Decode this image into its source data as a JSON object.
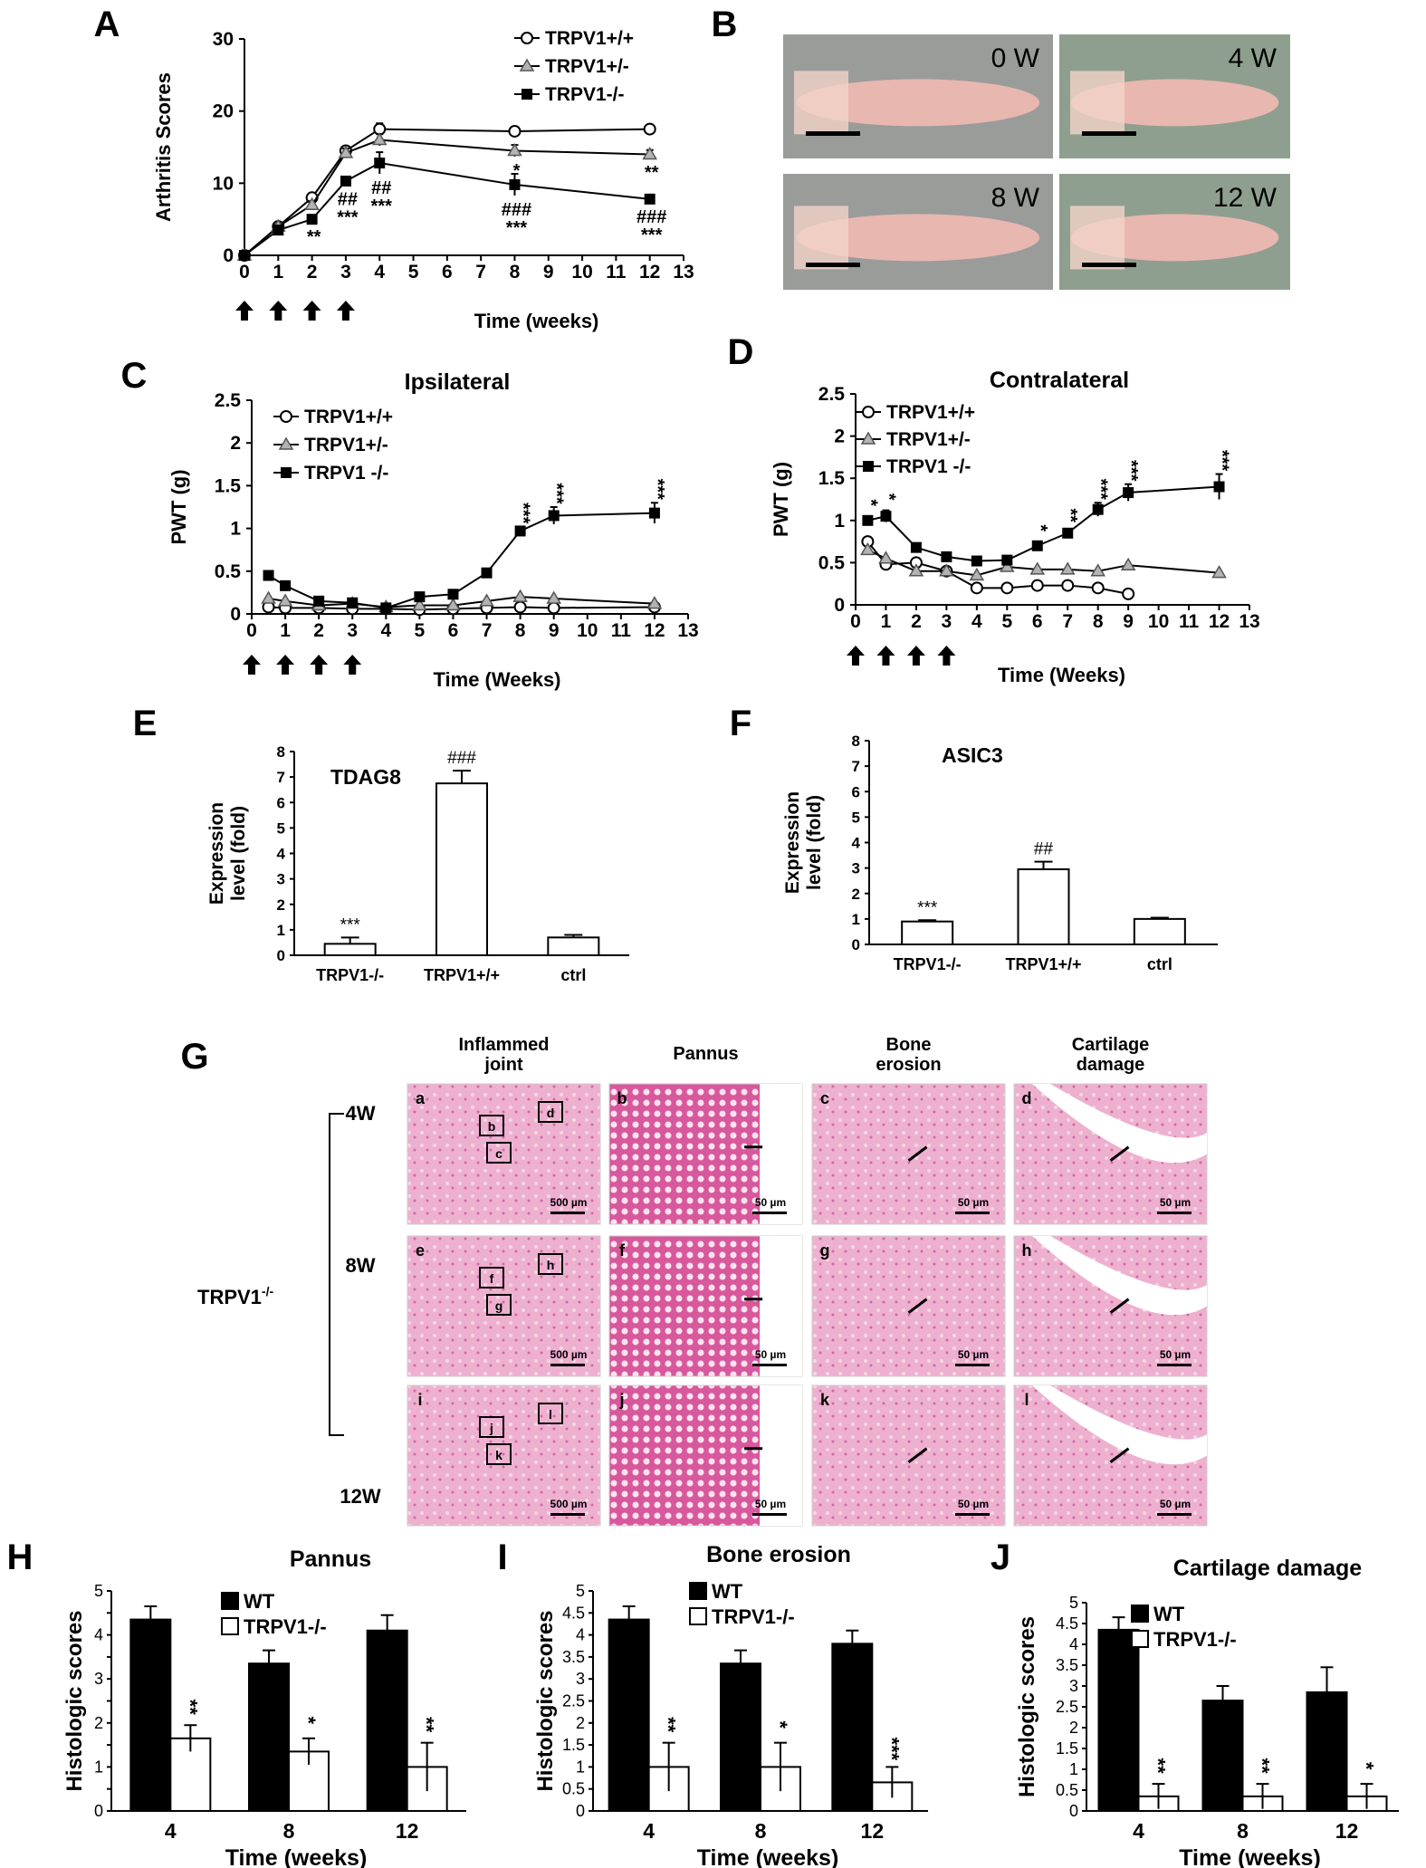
{
  "panels": {
    "A": "A",
    "B": "B",
    "C": "C",
    "D": "D",
    "E": "E",
    "F": "F",
    "G": "G",
    "H": "H",
    "I": "I",
    "J": "J"
  },
  "colors": {
    "line": "#000000",
    "triangle_fill": "#b3b3b3",
    "histo_pink": "#e9a7c9",
    "histo_dark": "#c4458f",
    "photo_bg": "#9aa59c"
  },
  "photos": {
    "labels": [
      "0 W",
      "4 W",
      "8 W",
      "12 W"
    ]
  },
  "histology": {
    "column_headers": [
      "Inflammed\njoint",
      "Pannus",
      "Bone\nerosion",
      "Cartilage\ndamage"
    ],
    "row_labels": [
      "4W",
      "8W",
      "12W"
    ],
    "group_label": "TRPV1-/-",
    "group_label_base": "TRPV1",
    "group_label_sup": "-/-",
    "panel_letters": [
      [
        "a",
        "b",
        "c",
        "d"
      ],
      [
        "e",
        "f",
        "g",
        "h"
      ],
      [
        "i",
        "j",
        "k",
        "l"
      ]
    ],
    "inset_boxes": [
      [
        "b",
        "d",
        "c"
      ],
      [
        "f",
        "h",
        "g"
      ],
      [
        "j",
        "l",
        "k"
      ]
    ],
    "scale_bars": [
      "500 µm",
      "50 µm",
      "50 µm",
      "50 µm"
    ]
  },
  "chart_data": [
    {
      "panel": "A",
      "type": "line",
      "title": "",
      "xlabel": "Time (weeks)",
      "ylabel": "Arthritis Scores",
      "xlim": [
        0,
        13
      ],
      "ylim": [
        0,
        30
      ],
      "x_ticks": [
        0,
        1,
        2,
        3,
        4,
        5,
        6,
        7,
        8,
        9,
        10,
        11,
        12,
        13
      ],
      "y_ticks": [
        0,
        10,
        20,
        30
      ],
      "injection_weeks": [
        0,
        1,
        2,
        3
      ],
      "legend": "top-right",
      "series": [
        {
          "name": "TRPV1+/+",
          "marker": "circle",
          "x": [
            0,
            1,
            2,
            3,
            4,
            8,
            12
          ],
          "y": [
            0,
            4,
            8,
            14.5,
            17.5,
            17.2,
            17.5
          ],
          "err": [
            0,
            0.3,
            0.5,
            0.6,
            0.8,
            0.5,
            0.5
          ]
        },
        {
          "name": "TRPV1+/-",
          "marker": "triangle",
          "x": [
            0,
            1,
            2,
            3,
            4,
            8,
            12
          ],
          "y": [
            0,
            4,
            7,
            14.2,
            16,
            14.5,
            14
          ],
          "err": [
            0,
            0.3,
            0.5,
            0.6,
            0.8,
            0.8,
            0.6
          ]
        },
        {
          "name": "TRPV1-/-",
          "marker": "square",
          "x": [
            0,
            1,
            2,
            3,
            4,
            8,
            12
          ],
          "y": [
            0,
            3.5,
            5,
            10.3,
            12.8,
            9.8,
            7.8
          ],
          "err": [
            0,
            0.3,
            0.5,
            0.6,
            1.5,
            1.5,
            0.5
          ]
        }
      ],
      "annotations": [
        {
          "x": 2,
          "lines": [
            "**"
          ]
        },
        {
          "x": 3,
          "lines": [
            "##",
            "***"
          ]
        },
        {
          "x": 4,
          "lines": [
            "##",
            "***"
          ]
        },
        {
          "x": 8,
          "lines": [
            "###",
            "***"
          ]
        },
        {
          "x": 12,
          "lines": [
            "###",
            "***"
          ]
        },
        {
          "x": 8,
          "lines": [
            "*"
          ],
          "series": 1
        },
        {
          "x": 12,
          "lines": [
            "**"
          ],
          "series": 1
        }
      ]
    },
    {
      "panel": "C",
      "type": "line",
      "title": "Ipsilateral",
      "xlabel": "Time (Weeks)",
      "ylabel": "PWT (g)",
      "xlim": [
        0,
        13
      ],
      "ylim": [
        0,
        2.5
      ],
      "x_ticks": [
        0,
        1,
        2,
        3,
        4,
        5,
        6,
        7,
        8,
        9,
        10,
        11,
        12,
        13
      ],
      "y_ticks": [
        0,
        0.5,
        1,
        1.5,
        2,
        2.5
      ],
      "injection_weeks": [
        0,
        1,
        2,
        3
      ],
      "legend": "top-left",
      "series": [
        {
          "name": "TRPV1+/+",
          "marker": "circle",
          "x": [
            0.5,
            1,
            2,
            3,
            4,
            5,
            6,
            7,
            8,
            9,
            12
          ],
          "y": [
            0.08,
            0.07,
            0.07,
            0.06,
            0.06,
            0.05,
            0.06,
            0.07,
            0.08,
            0.07,
            0.08
          ],
          "err": [
            0,
            0,
            0,
            0,
            0,
            0,
            0,
            0,
            0,
            0,
            0
          ]
        },
        {
          "name": "TRPV1+/-",
          "marker": "triangle",
          "x": [
            0.5,
            1,
            2,
            3,
            4,
            5,
            6,
            7,
            8,
            9,
            12
          ],
          "y": [
            0.18,
            0.15,
            0.1,
            0.12,
            0.08,
            0.1,
            0.1,
            0.15,
            0.2,
            0.18,
            0.12
          ],
          "err": [
            0,
            0,
            0,
            0,
            0,
            0,
            0,
            0,
            0,
            0,
            0
          ]
        },
        {
          "name": "TRPV1 -/-",
          "marker": "square",
          "x": [
            0.5,
            1,
            2,
            3,
            4,
            5,
            6,
            7,
            8,
            9,
            12
          ],
          "y": [
            0.45,
            0.33,
            0.15,
            0.13,
            0.07,
            0.2,
            0.23,
            0.48,
            0.97,
            1.15,
            1.18
          ],
          "err": [
            0.03,
            0.03,
            0.03,
            0.03,
            0.03,
            0.05,
            0.05,
            0.05,
            0.05,
            0.1,
            0.12
          ]
        }
      ],
      "annotations": [
        {
          "x": 8,
          "lines": [
            "***"
          ]
        },
        {
          "x": 9,
          "lines": [
            "***"
          ]
        },
        {
          "x": 12,
          "lines": [
            "***"
          ]
        }
      ]
    },
    {
      "panel": "D",
      "type": "line",
      "title": "Contralateral",
      "xlabel": "Time (Weeks)",
      "ylabel": "PWT (g)",
      "xlim": [
        0,
        13
      ],
      "ylim": [
        0,
        2.5
      ],
      "x_ticks": [
        0,
        1,
        2,
        3,
        4,
        5,
        6,
        7,
        8,
        9,
        10,
        11,
        12,
        13
      ],
      "y_ticks": [
        0,
        0.5,
        1,
        1.5,
        2,
        2.5
      ],
      "injection_weeks": [
        0,
        1,
        2,
        3
      ],
      "legend": "top-left",
      "series": [
        {
          "name": "TRPV1+/+",
          "marker": "circle",
          "x": [
            0.4,
            1,
            2,
            3,
            4,
            5,
            6,
            7,
            8,
            9
          ],
          "y": [
            0.75,
            0.48,
            0.5,
            0.4,
            0.2,
            0.2,
            0.23,
            0.23,
            0.2,
            0.13
          ],
          "err": [
            0,
            0,
            0,
            0,
            0,
            0,
            0,
            0,
            0,
            0
          ]
        },
        {
          "name": "TRPV1+/-",
          "marker": "triangle",
          "x": [
            0.4,
            1,
            2,
            3,
            4,
            5,
            6,
            7,
            8,
            9,
            12
          ],
          "y": [
            0.65,
            0.55,
            0.4,
            0.4,
            0.35,
            0.45,
            0.42,
            0.42,
            0.4,
            0.47,
            0.38
          ],
          "err": [
            0,
            0,
            0,
            0,
            0,
            0,
            0,
            0,
            0,
            0,
            0
          ]
        },
        {
          "name": "TRPV1 -/-",
          "marker": "square",
          "x": [
            0.4,
            1,
            2,
            3,
            4,
            5,
            6,
            7,
            8,
            9,
            12
          ],
          "y": [
            1.0,
            1.05,
            0.68,
            0.57,
            0.52,
            0.53,
            0.7,
            0.85,
            1.13,
            1.33,
            1.4
          ],
          "err": [
            0.05,
            0.07,
            0.05,
            0.05,
            0.04,
            0.05,
            0.05,
            0.05,
            0.08,
            0.1,
            0.15
          ]
        }
      ],
      "annotations": [
        {
          "x": 0.4,
          "lines": [
            "*"
          ]
        },
        {
          "x": 1,
          "lines": [
            "*"
          ]
        },
        {
          "x": 6,
          "lines": [
            "*"
          ]
        },
        {
          "x": 7,
          "lines": [
            "**"
          ]
        },
        {
          "x": 8,
          "lines": [
            "***"
          ]
        },
        {
          "x": 9,
          "lines": [
            "***"
          ]
        },
        {
          "x": 12,
          "lines": [
            "***"
          ]
        }
      ]
    },
    {
      "panel": "E",
      "type": "bar",
      "title": "TDAG8",
      "ylabel": "Expression\nlevel (fold)",
      "ylim": [
        0,
        8
      ],
      "y_ticks": [
        0,
        1,
        2,
        3,
        4,
        5,
        6,
        7,
        8
      ],
      "categories": [
        "TRPV1-/-",
        "TRPV1+/+",
        "ctrl"
      ],
      "values": [
        0.45,
        6.75,
        0.7
      ],
      "err": [
        0.25,
        0.5,
        0.1
      ],
      "annotations": [
        "***",
        "###",
        ""
      ]
    },
    {
      "panel": "F",
      "type": "bar",
      "title": "ASIC3",
      "ylabel": "Expression\nlevel (fold)",
      "ylim": [
        0,
        8
      ],
      "y_ticks": [
        0,
        1,
        2,
        3,
        4,
        5,
        6,
        7,
        8
      ],
      "categories": [
        "TRPV1-/-",
        "TRPV1+/+",
        "ctrl"
      ],
      "values": [
        0.9,
        2.95,
        1.0
      ],
      "err": [
        0.05,
        0.3,
        0.05
      ],
      "annotations": [
        "***",
        "##",
        ""
      ]
    },
    {
      "panel": "H",
      "type": "bar",
      "title": "Pannus",
      "xlabel": "Time (weeks)",
      "ylabel": "Histologic scores",
      "ylim": [
        0,
        5
      ],
      "y_ticks": [
        0,
        0.5,
        1,
        1.5,
        2,
        2.5,
        3,
        3.5,
        4,
        4.5,
        5
      ],
      "y_tick_labels": [
        "0",
        "",
        "1",
        "",
        "2",
        "",
        "3",
        "",
        "4",
        "",
        "5"
      ],
      "categories": [
        "4",
        "8",
        "12"
      ],
      "legend": "top-right",
      "series": [
        {
          "name": "WT",
          "fill": "black",
          "values": [
            4.35,
            3.35,
            4.1
          ],
          "err": [
            0.3,
            0.3,
            0.35
          ]
        },
        {
          "name": "TRPV1-/-",
          "fill": "white",
          "values": [
            1.65,
            1.35,
            1.0
          ],
          "err": [
            0.3,
            0.3,
            0.55
          ]
        }
      ],
      "annotations": [
        "**",
        "*",
        "**"
      ]
    },
    {
      "panel": "I",
      "type": "bar",
      "title": "Bone erosion",
      "xlabel": "Time (weeks)",
      "ylabel": "Histologic scores",
      "ylim": [
        0,
        5
      ],
      "y_ticks": [
        0,
        0.5,
        1,
        1.5,
        2,
        2.5,
        3,
        3.5,
        4,
        4.5,
        5
      ],
      "y_tick_labels": [
        "0",
        "0.5",
        "1",
        "1.5",
        "2",
        "2.5",
        "3",
        "3.5",
        "4",
        "4.5",
        "5"
      ],
      "categories": [
        "4",
        "8",
        "12"
      ],
      "legend": "top-right",
      "series": [
        {
          "name": "WT",
          "fill": "black",
          "values": [
            4.35,
            3.35,
            3.8
          ],
          "err": [
            0.3,
            0.3,
            0.3
          ]
        },
        {
          "name": "TRPV1-/-",
          "fill": "white",
          "values": [
            1.0,
            1.0,
            0.65
          ],
          "err": [
            0.55,
            0.55,
            0.35
          ]
        }
      ],
      "annotations": [
        "**",
        "*",
        "***"
      ]
    },
    {
      "panel": "J",
      "type": "bar",
      "title": "Cartilage damage",
      "xlabel": "Time (weeks)",
      "ylabel": "Histologic scores",
      "ylim": [
        0,
        5
      ],
      "y_ticks": [
        0,
        0.5,
        1,
        1.5,
        2,
        2.5,
        3,
        3.5,
        4,
        4.5,
        5
      ],
      "y_tick_labels": [
        "0",
        "0.5",
        "1",
        "1.5",
        "2",
        "2.5",
        "3",
        "3.5",
        "4",
        "4.5",
        "5"
      ],
      "categories": [
        "4",
        "8",
        "12"
      ],
      "legend": "top-right",
      "series": [
        {
          "name": "WT",
          "fill": "black",
          "values": [
            4.35,
            2.65,
            2.85
          ],
          "err": [
            0.3,
            0.35,
            0.6
          ]
        },
        {
          "name": "TRPV1-/-",
          "fill": "white",
          "values": [
            0.35,
            0.35,
            0.35
          ],
          "err": [
            0.3,
            0.3,
            0.3
          ]
        }
      ],
      "annotations": [
        "**",
        "**",
        "*"
      ]
    }
  ]
}
